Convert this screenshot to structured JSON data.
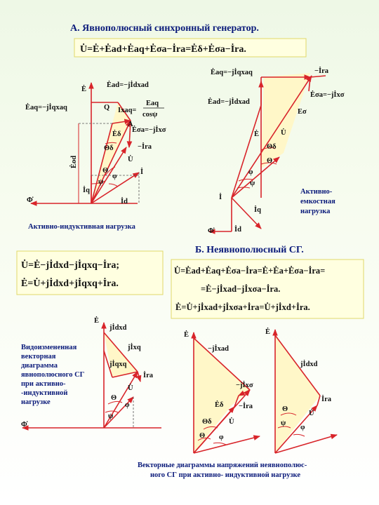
{
  "colors": {
    "accent": "#d8242a",
    "title": "#0a1a7a",
    "box_bg": "#ffffe0",
    "bg": "#eef8e6"
  },
  "section_a": {
    "title": "А. Явнополюсный синхронный генератор.",
    "equation": "U̇=Ė+Ėad+Ėaq+Ėσa−İrа=Ėδ+Ėσa−İrа."
  },
  "diagram1": {
    "caption": "Активно-индуктивная нагрузка",
    "labels": {
      "E": "Ė",
      "Ead": "Ėad=−jİdxad",
      "Eaq": "Ėaq=−jİqxaq",
      "Q": "Q",
      "Ixaq": "Ixaq=",
      "frac_num": "Eaq",
      "frac_den": "cosψ",
      "A": "A",
      "Esa": "Ėσa=−jİxσ",
      "Ed": "Ėδ",
      "Ira": "−İrа",
      "Theta_d": "Θδ",
      "U": "U̇",
      "Theta": "Θ",
      "phi": "φ",
      "psi": "ψ",
      "I": "İ",
      "Eod": "Ėоd",
      "Iq": "İq",
      "Id": "İd",
      "Phi": "Φ̇"
    }
  },
  "diagram2": {
    "caption": "Активно- емкостная нагрузка",
    "caption_lines": [
      "Активно-",
      "емкостная",
      "нагрузка"
    ],
    "labels": {
      "Eaq": "Ėaq=−jİqxaq",
      "Ira": "−İrа",
      "Esa": "Ėσa=−jİxσ",
      "Es": "Eσ",
      "Ead": "Ėad=−jİdxad",
      "E": "Ė",
      "U": "U̇",
      "Theta_d": "Θδ",
      "Theta": "Θ",
      "phi": "φ",
      "psi": "ψ",
      "I": "İ",
      "Iq": "İq",
      "Id": "İd",
      "Phi": "Φ̇"
    }
  },
  "eq_box_left": {
    "line1": "U̇=Ė−jİdxd−jİqxq−İrа;",
    "line2": "Ė=U̇+jİdxd+jİqxq+İrа."
  },
  "section_b": {
    "title": "Б. Неявнополюсный СГ.",
    "line1": "U̇=Ėad+Ėaq+Ėσa−İrа=Ė+Ėа+Ėσa−İrа=",
    "line2": "=Ė−jİxad−jİxσa−İrа.",
    "line3": "Ė=U̇+jİxad+jİxσa+İrа=U̇+jİxd+İrа."
  },
  "diagram3": {
    "caption_lines": [
      "Видоизмененная",
      "векторная",
      "диаграмма",
      "явнополюсного СГ",
      "при активно-",
      "-индуктивной",
      "нагрузке"
    ],
    "labels": {
      "E": "Ė",
      "jIdxd": "jİdxd",
      "jIxq": "jİxq",
      "jIqxq": "jİqxq",
      "Ira": "İrа",
      "U": "U̇",
      "Theta": "Θ",
      "phi": "φ",
      "psi": "ψ",
      "Phi": "Φ̇"
    }
  },
  "diagram4": {
    "labels": {
      "E": "Ė",
      "jIxad": "−jİxad",
      "jIxs": "−jİxσ",
      "Ed": "Ėδ",
      "Ira": "−İrа",
      "Theta_d": "Θδ",
      "Theta": "Θ",
      "U": "U̇",
      "phi": "φ"
    }
  },
  "diagram5": {
    "labels": {
      "E": "Ė",
      "jIdxd": "jİdxd",
      "Ira": "İrа",
      "U": "U̇",
      "Theta": "Θ",
      "psi": "ψ",
      "phi": "φ"
    }
  },
  "bottom_caption": {
    "line1": "Векторные диаграммы напряжений неявнополюс-",
    "line2": "ного СГ при активно- индуктивной нагрузке"
  }
}
